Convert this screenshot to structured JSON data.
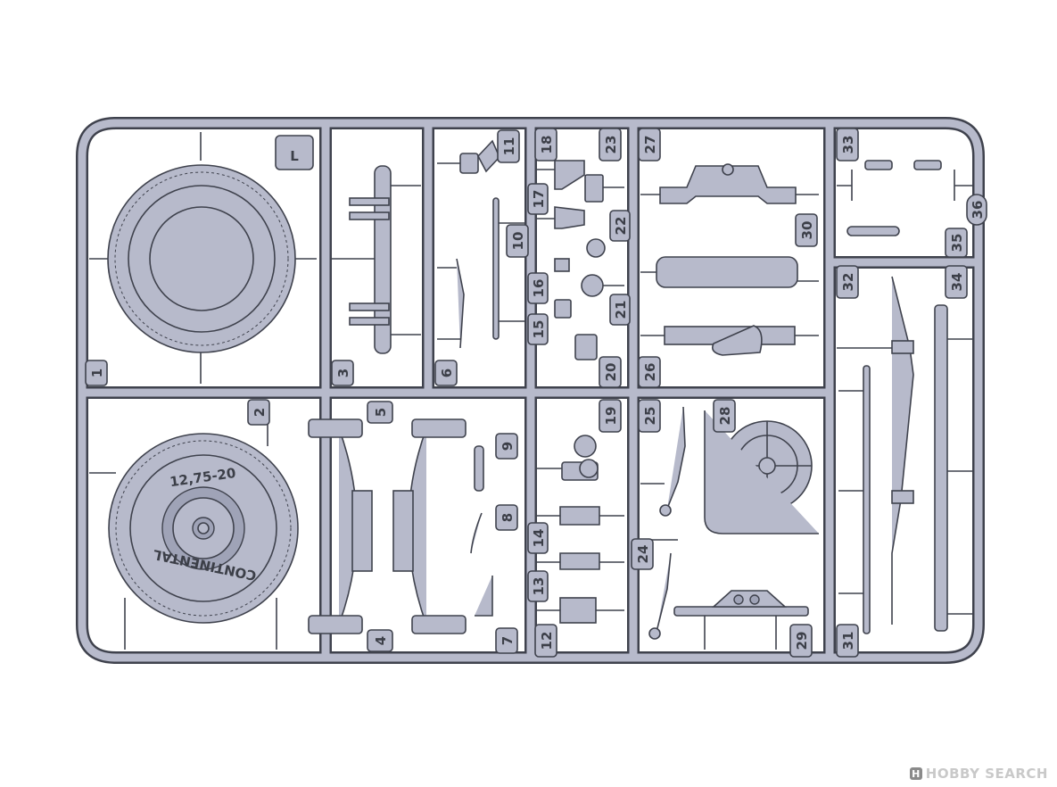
{
  "sprue": {
    "letter": "L",
    "tire_size_text": "12,75-20",
    "tire_brand_text": "CONTINENTAL",
    "part_numbers": [
      "1",
      "2",
      "3",
      "4",
      "5",
      "6",
      "7",
      "8",
      "9",
      "10",
      "11",
      "12",
      "13",
      "14",
      "15",
      "16",
      "17",
      "18",
      "19",
      "20",
      "21",
      "22",
      "23",
      "24",
      "25",
      "26",
      "27",
      "28",
      "29",
      "30",
      "31",
      "32",
      "33",
      "34",
      "35",
      "36"
    ]
  },
  "watermark": {
    "mark": "H",
    "text": "HOBBY SEARCH"
  },
  "colors": {
    "plastic": "#b7bacb",
    "outline": "#3f424d"
  }
}
